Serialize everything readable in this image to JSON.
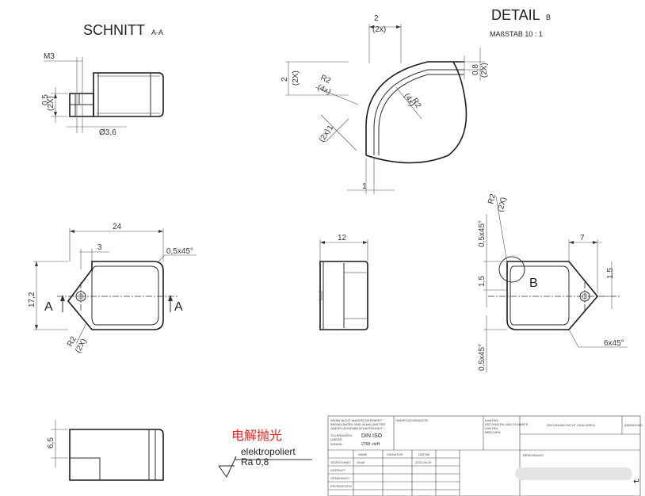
{
  "views": {
    "section_title": "SCHNITT",
    "section_suffix": "A-A",
    "detail_title": "DETAIL",
    "detail_suffix": "B",
    "detail_scale": "MAßSTAB 10 : 1"
  },
  "dimensions": {
    "section": {
      "thread": "M3",
      "width": "0,5",
      "width_count": "(2X)",
      "diameter": "Ø3,6"
    },
    "detail": {
      "top": "2",
      "top_count": "(2x)",
      "left": "2",
      "left_count": "(2X)",
      "radius_a": "R2",
      "radius_a_count": "(4x)",
      "radius_b": "R2",
      "radius_b_count": "(4x)",
      "diag": "1",
      "diag_count": "(2x)",
      "right": "0,8",
      "right_count": "(2X)",
      "bottom": "1"
    },
    "front": {
      "width": "24",
      "offset": "3",
      "chamfer": "0,5x45°",
      "height": "17,2",
      "radius": "R2",
      "radius_count": "(2X)",
      "section_mark_left": "A",
      "section_mark_right": "A"
    },
    "side": {
      "width": "12"
    },
    "back": {
      "radius": "R2",
      "radius_count": "(2X)",
      "chamfer_top": "0,5x45°",
      "left": "1,5",
      "width": "7",
      "right": "1,5",
      "detail_mark": "B",
      "chamfer_bottom": "0,5x45°",
      "chamfer_right": "6x45°"
    },
    "bottom_view": {
      "height": "6,5"
    }
  },
  "surface": {
    "chinese_label": "电解抛光",
    "finish": "elektropoliert",
    "roughness": "Ra  0,8"
  },
  "title_block": {
    "notes": [
      "WENN NICHT ANDERS DEFINIERT:",
      "BEMAßUNGEN SIND IN MILLIMETER",
      "OBERFLÄCHENBESCHAFFENHEIT:",
      "TOLERANZEN:",
      "LINEAR:",
      "WINKEL:"
    ],
    "standard_label": "DIN ISO",
    "standard_value": "2768 -m/H",
    "surface_header": "OBERFLÄCHENGÜTE:",
    "edges": [
      "KANTEN",
      "ENTGRATEN UND SCHARFE",
      "KANTEN",
      "BRECHEN"
    ],
    "no_scale": "ZEICHNUNG NICHT SKALIEREN",
    "revision": "ÄNDERUNG",
    "col_headers": [
      "NAME",
      "SIGNATUR",
      "DATUM"
    ],
    "row_labels": [
      "GEZEICHNET",
      "GEPRÜFT",
      "GENEHMIGT",
      "PRODUKTION"
    ],
    "drawn_name": "Grodl",
    "drawn_date": "2022-06-29",
    "designation_label": "BENENNUNG:"
  }
}
